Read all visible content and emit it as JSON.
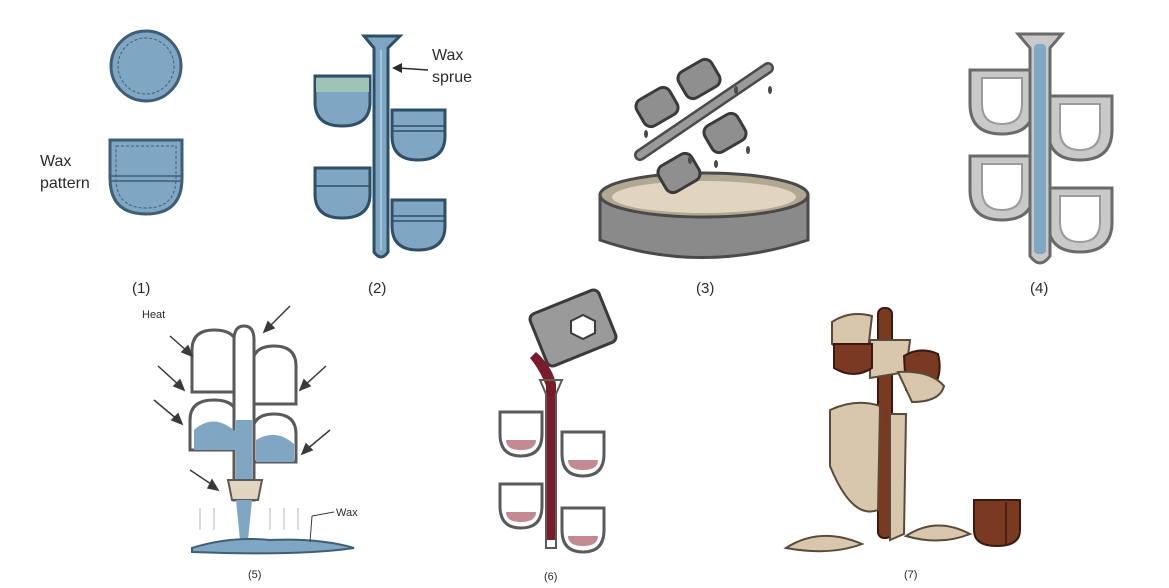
{
  "steps": [
    {
      "caption": "(1)"
    },
    {
      "caption": "(2)"
    },
    {
      "caption": "(3)"
    },
    {
      "caption": "(4)"
    },
    {
      "caption": "(5)"
    },
    {
      "caption": "(6)"
    },
    {
      "caption": "(7)"
    }
  ],
  "labels": {
    "wax_pattern_line1": "Wax",
    "wax_pattern_line2": "pattern",
    "wax_sprue_line1": "Wax",
    "wax_sprue_line2": "sprue",
    "heat": "Heat",
    "wax": "Wax"
  },
  "colors": {
    "wax": "#7fa6c2",
    "wax_dark": "#4f7793",
    "ceramic": "#c9c9c9",
    "slurry": "#e2d5bf",
    "metal": "#7a1c2a",
    "brown": "#7a3a22",
    "broken_shell": "#d8c7ad",
    "bath": "#8a8a8a"
  }
}
